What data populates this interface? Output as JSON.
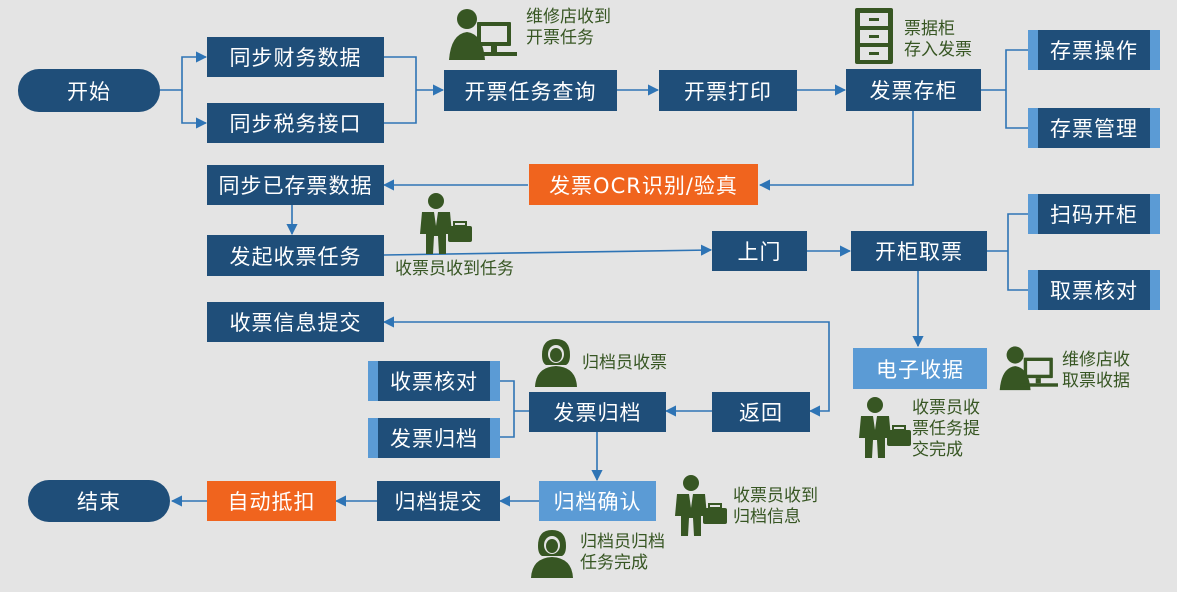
{
  "colors": {
    "background": "#e4e4e4",
    "primary_node": "#1f4e79",
    "secondary_node": "#5b9bd5",
    "highlight_node": "#f0641e",
    "connector": "#2e74b5",
    "annotation_text": "#375623",
    "person_icon": "#375623"
  },
  "nodes": {
    "start": "开始",
    "sync_finance": "同步财务数据",
    "sync_tax": "同步税务接口",
    "invoice_query": "开票任务查询",
    "invoice_print": "开票打印",
    "invoice_store": "发票存柜",
    "store_operation": "存票操作",
    "store_management": "存票管理",
    "ocr_verify": "发票OCR识别/验真",
    "sync_stored": "同步已存票数据",
    "start_collect": "发起收票任务",
    "visit": "上门",
    "open_cabinet": "开柜取票",
    "scan_open": "扫码开柜",
    "collect_check": "取票核对",
    "submit_info": "收票信息提交",
    "e_receipt": "电子收据",
    "return": "返回",
    "archive": "发票归档",
    "archive_check_1": "收票核对",
    "archive_check_2": "发票归档",
    "archive_confirm": "归档确认",
    "archive_submit": "归档提交",
    "auto_deduct": "自动抵扣",
    "end": "结束"
  },
  "notes": {
    "repair_receive_task": "维修店收到\n开票任务",
    "cabinet_store": "票据柜\n存入发票",
    "collector_receive_task": "收票员收到任务",
    "archivist_collect": "归档员收票",
    "repair_receive_receipt": "维修店收\n取票收据",
    "collector_task_done": "收票员收\n票任务提\n交完成",
    "collector_receive_archive": "收票员收到\n归档信息",
    "archivist_task_done": "归档员归档\n任务完成"
  },
  "icons": {
    "repair_shop": "worker-at-computer-icon",
    "cabinet": "filing-cabinet-icon",
    "collector": "businessman-with-briefcase-icon",
    "archivist": "female-clerk-icon"
  }
}
